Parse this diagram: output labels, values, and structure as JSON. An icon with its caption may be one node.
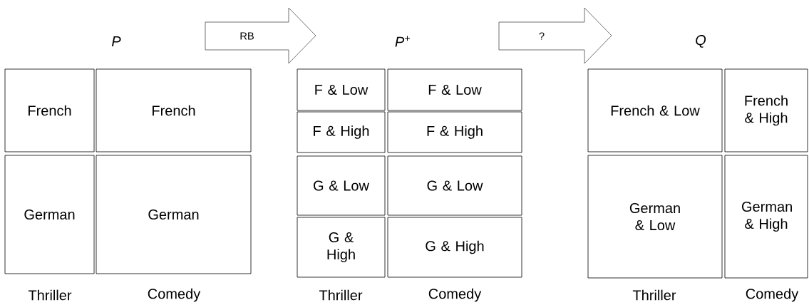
{
  "diagram": {
    "nodes": [
      {
        "text": [
          "French"
        ]
      },
      {
        "text": [
          "French"
        ]
      },
      {
        "text": [
          "German"
        ]
      },
      {
        "text": [
          "German"
        ]
      },
      {
        "text": [
          "RB"
        ]
      },
      {
        "text": [
          "F & Low"
        ]
      },
      {
        "text": [
          "F & Low"
        ]
      },
      {
        "text": [
          "F & High"
        ]
      },
      {
        "text": [
          "F & High"
        ]
      },
      {
        "text": [
          "G & Low"
        ]
      },
      {
        "text": [
          "G & Low"
        ]
      },
      {
        "text": [
          "G & High"
        ]
      },
      {
        "text": [
          "G & High"
        ]
      },
      {
        "text": [
          "?"
        ]
      },
      {
        "text": [
          "French & Low"
        ]
      },
      {
        "text": [
          "French & High"
        ]
      },
      {
        "text": [
          "German & Low"
        ]
      },
      {
        "text": [
          "German & High"
        ]
      }
    ],
    "labels": [
      "P",
      "P$^{+}$",
      "Q",
      "Thriller",
      "Comedy",
      "Thriller",
      "Comedy",
      "Thriller",
      "Comedy"
    ]
  }
}
